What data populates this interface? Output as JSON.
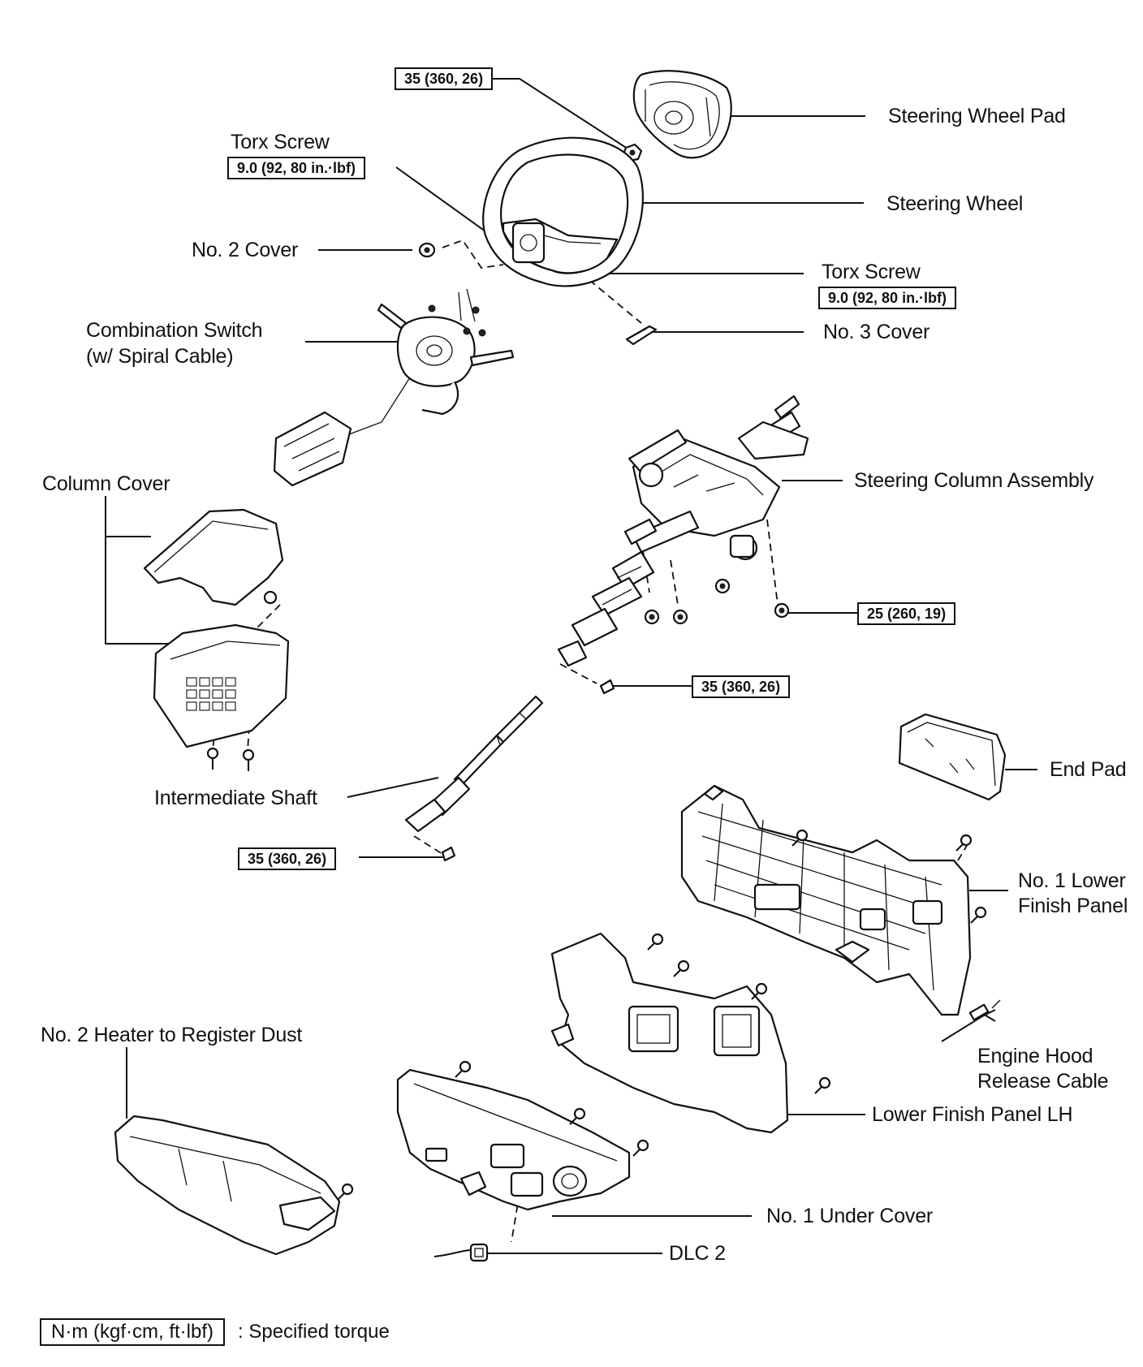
{
  "labels": {
    "steering_wheel_pad": "Steering Wheel Pad",
    "steering_wheel": "Steering Wheel",
    "torx_screw_left": "Torx Screw",
    "torx_screw_right": "Torx Screw",
    "no2_cover": "No. 2 Cover",
    "no3_cover": "No. 3 Cover",
    "combination_switch_1": "Combination Switch",
    "combination_switch_2": "(w/ Spiral Cable)",
    "steering_column_assembly": "Steering Column Assembly",
    "column_cover": "Column Cover",
    "intermediate_shaft": "Intermediate Shaft",
    "end_pad": "End Pad",
    "no1_lower_finish_panel_1": "No. 1 Lower",
    "no1_lower_finish_panel_2": "Finish Panel",
    "no2_heater_duct": "No. 2 Heater to Register Dust",
    "engine_hood_release_1": "Engine Hood",
    "engine_hood_release_2": "Release Cable",
    "lower_finish_panel_lh": "Lower Finish Panel LH",
    "no1_under_cover": "No. 1 Under Cover",
    "dlc2": "DLC 2"
  },
  "torques": {
    "pad_nut": "35 (360, 26)",
    "torx_left": "9.0 (92, 80 in.·lbf)",
    "torx_right": "9.0 (92, 80 in.·lbf)",
    "column_nut": "25 (260, 19)",
    "column_bolt": "35 (360, 26)",
    "shaft_bolt": "35 (360, 26)"
  },
  "legend": {
    "box": "N·m (kgf·cm, ft·lbf)",
    "text": ": Specified torque"
  }
}
